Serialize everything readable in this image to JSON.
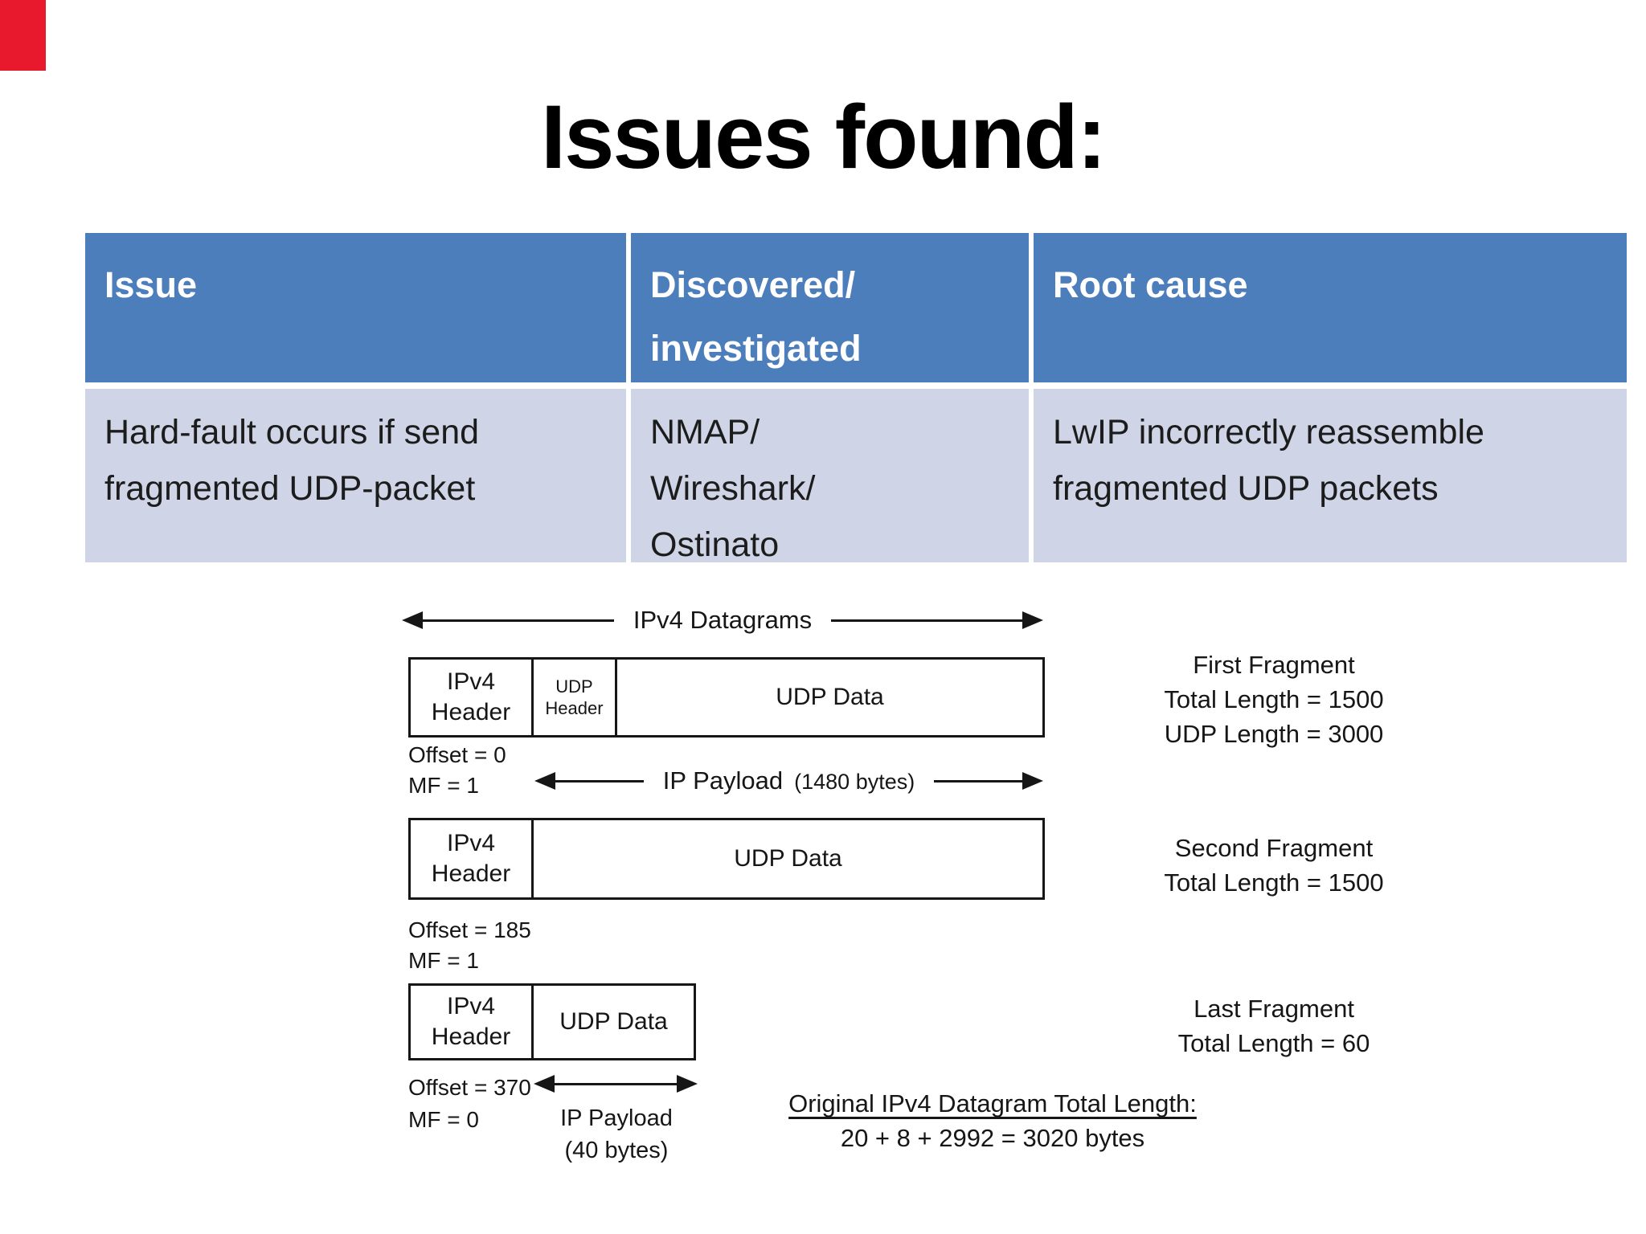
{
  "slide": {
    "title": "Issues found:"
  },
  "colors": {
    "header_bg": "#4d7ebc",
    "row_bg": "#cfd5e6",
    "header_text": "#ffffff",
    "body_text": "#1c1c1c",
    "ink": "#161616",
    "marker_red": "#e8192c"
  },
  "table": {
    "headers": [
      "Issue",
      "Discovered/\ninvestigated",
      "Root cause"
    ],
    "rows": [
      [
        "Hard-fault occurs if send fragmented UDP-packet",
        "NMAP/\nWireshark/\nOstinato",
        "LwIP incorrectly reassemble fragmented UDP packets"
      ]
    ]
  },
  "diagram": {
    "datagrams_arrow_label": "IPv4 Datagrams",
    "frag1": {
      "cells": [
        "IPv4\nHeader",
        "UDP\nHeader",
        "UDP Data"
      ],
      "offset": "Offset = 0",
      "mf": "MF = 1"
    },
    "payload1": {
      "label": "IP Payload",
      "bytes": "(1480 bytes)"
    },
    "frag2": {
      "cells": [
        "IPv4\nHeader",
        "UDP Data"
      ],
      "offset": "Offset = 185",
      "mf": "MF = 1"
    },
    "frag3": {
      "cells": [
        "IPv4\nHeader",
        "UDP Data"
      ],
      "offset": "Offset = 370",
      "mf": "MF = 0"
    },
    "payload3": {
      "label": "IP Payload",
      "bytes": "(40 bytes)"
    },
    "fragment_labels": {
      "first": "First Fragment\nTotal Length = 1500\nUDP Length = 3000",
      "second": "Second Fragment\nTotal Length = 1500",
      "last": "Last Fragment\nTotal Length = 60"
    },
    "original_total": {
      "title": "Original IPv4 Datagram Total Length:",
      "sum": "20 + 8 + 2992 = 3020 bytes"
    }
  }
}
